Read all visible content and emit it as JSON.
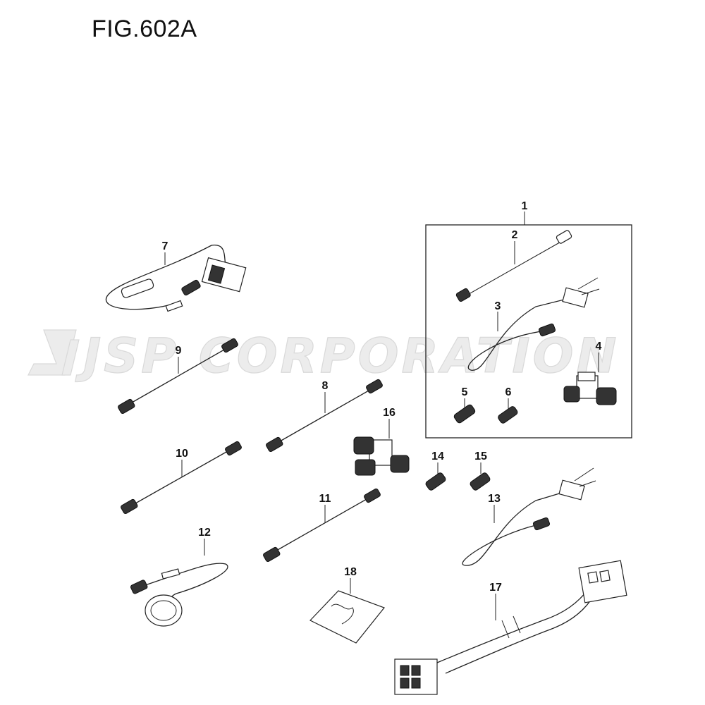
{
  "figure": {
    "title": "FIG.602A"
  },
  "watermark": {
    "text": "JSP CORPORATION"
  },
  "callouts": [
    "1",
    "2",
    "3",
    "4",
    "5",
    "6",
    "7",
    "8",
    "9",
    "10",
    "11",
    "12",
    "13",
    "14",
    "15",
    "16",
    "17",
    "18"
  ]
}
